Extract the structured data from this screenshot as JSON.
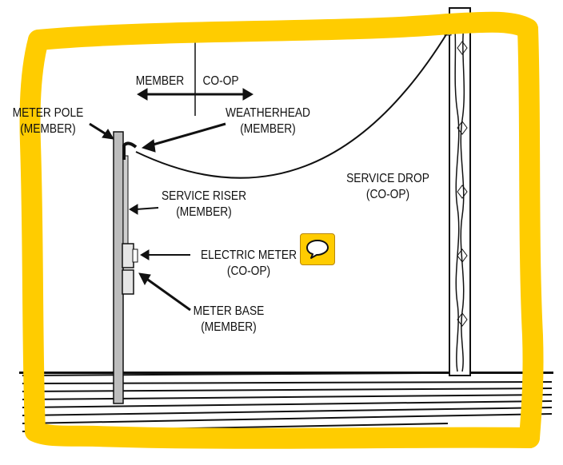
{
  "labels": {
    "divider_member": "MEMBER",
    "divider_coop": "CO-OP",
    "meter_pole": [
      "METER POLE",
      "(MEMBER)"
    ],
    "weatherhead": [
      "WEATHERHEAD",
      "(MEMBER)"
    ],
    "service_drop": [
      "SERVICE DROP",
      "(CO-OP)"
    ],
    "service_riser": [
      "SERVICE RISER",
      "(MEMBER)"
    ],
    "electric_meter": [
      "ELECTRIC METER",
      "(CO-OP)"
    ],
    "meter_base": [
      "METER BASE",
      "(MEMBER)"
    ]
  },
  "colors": {
    "highlight": "#ffcc00",
    "ink": "#111111",
    "comment_button": "#ffcc00"
  },
  "icons": {
    "comment": "speech-bubble-icon"
  }
}
